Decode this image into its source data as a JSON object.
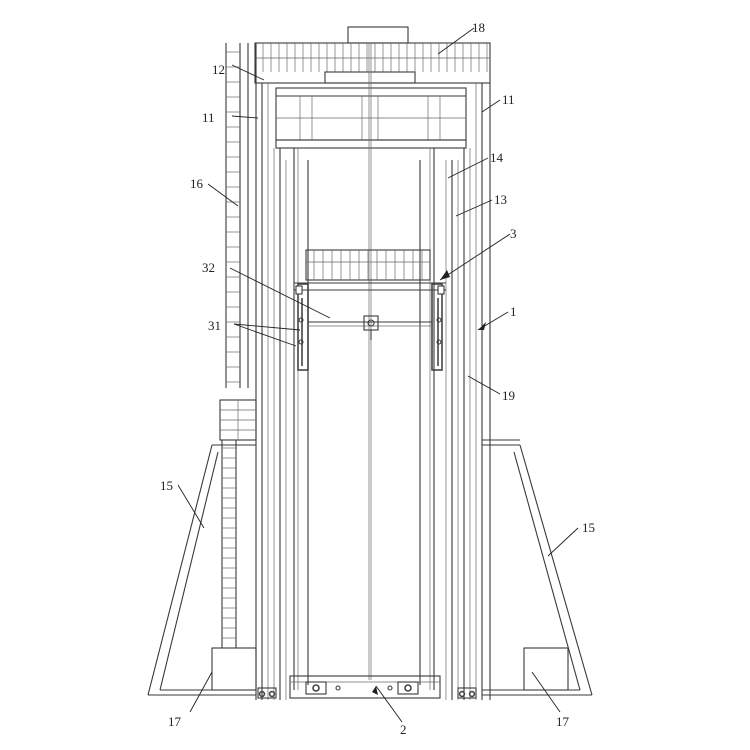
{
  "labels": {
    "l18": "18",
    "l12": "12",
    "l11a": "11",
    "l11b": "11",
    "l14": "14",
    "l16": "16",
    "l13": "13",
    "l3": "3",
    "l32": "32",
    "l1": "1",
    "l31": "31",
    "l19": "19",
    "l15a": "15",
    "l15b": "15",
    "l17a": "17",
    "l2": "2",
    "l17b": "17"
  }
}
